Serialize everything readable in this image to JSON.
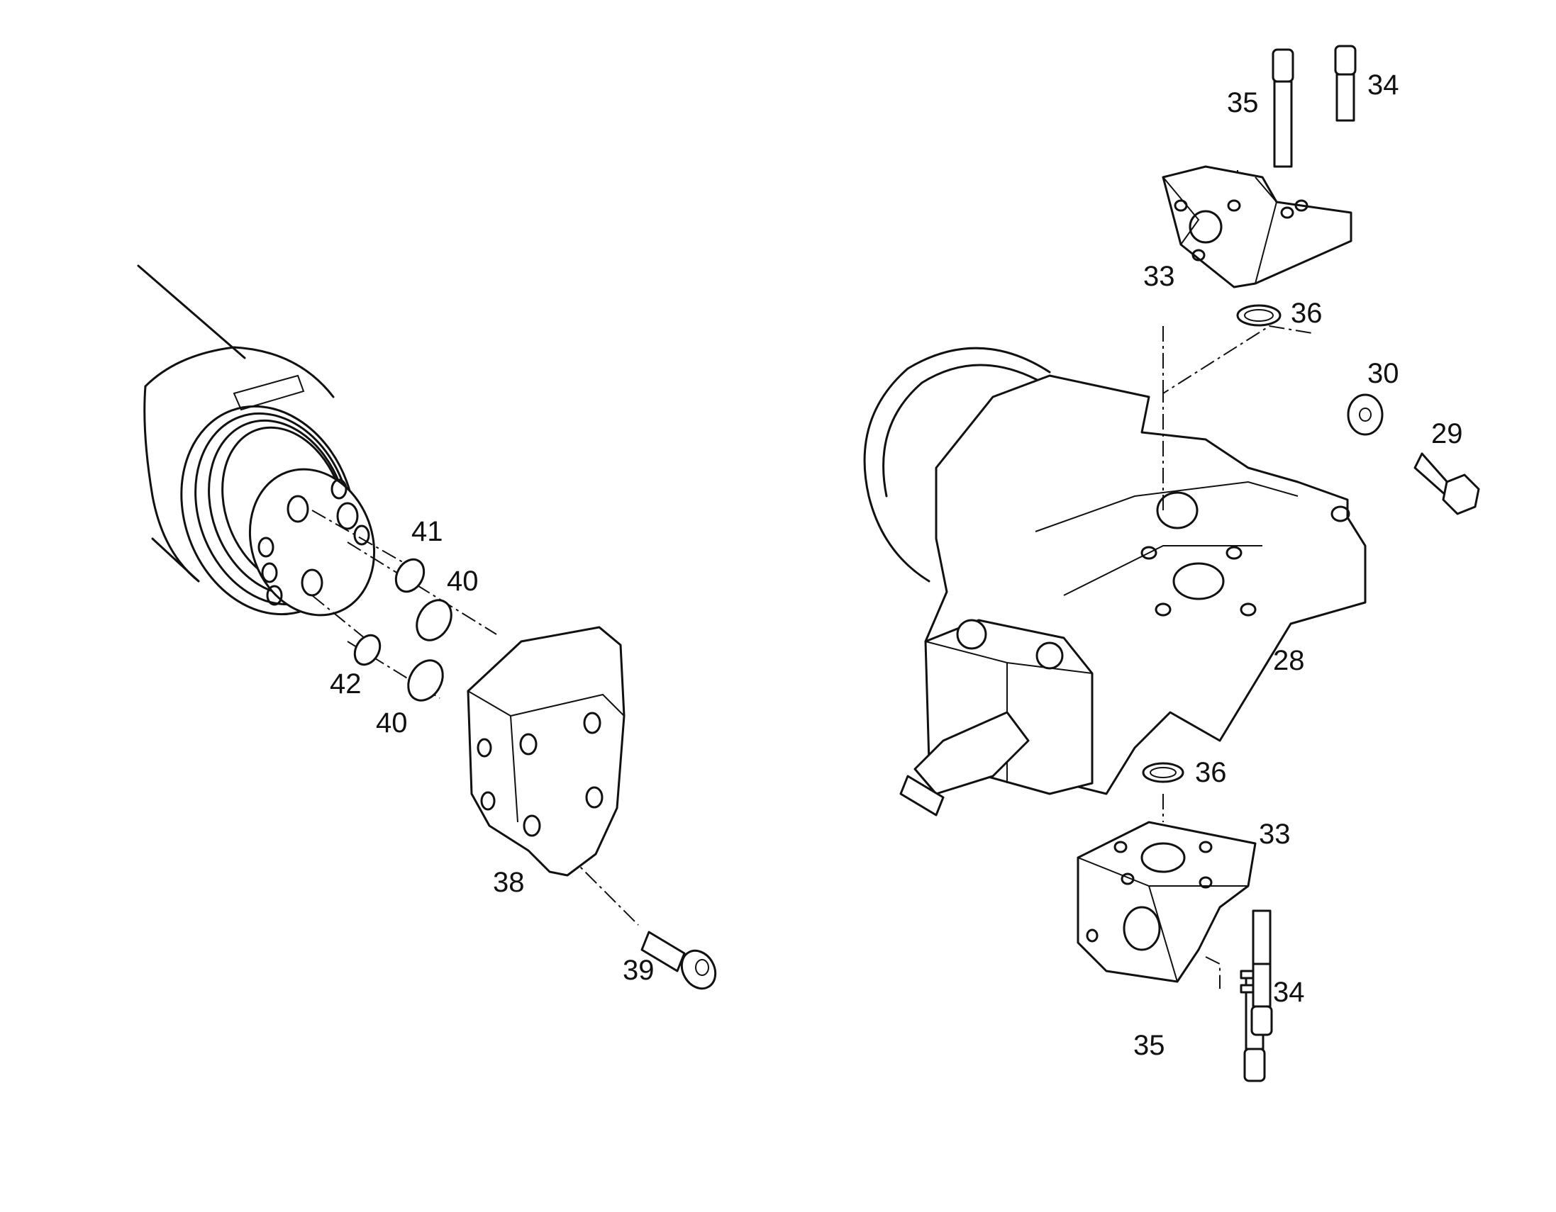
{
  "callouts": {
    "c28": "28",
    "c29": "29",
    "c30": "30",
    "c33a": "33",
    "c33b": "33",
    "c34a": "34",
    "c34b": "34",
    "c35a": "35",
    "c35b": "35",
    "c36a": "36",
    "c36b": "36",
    "c38": "38",
    "c39": "39",
    "c40a": "40",
    "c40b": "40",
    "c41": "41",
    "c42": "42"
  },
  "colors": {
    "line": "#111111",
    "background": "#ffffff"
  }
}
